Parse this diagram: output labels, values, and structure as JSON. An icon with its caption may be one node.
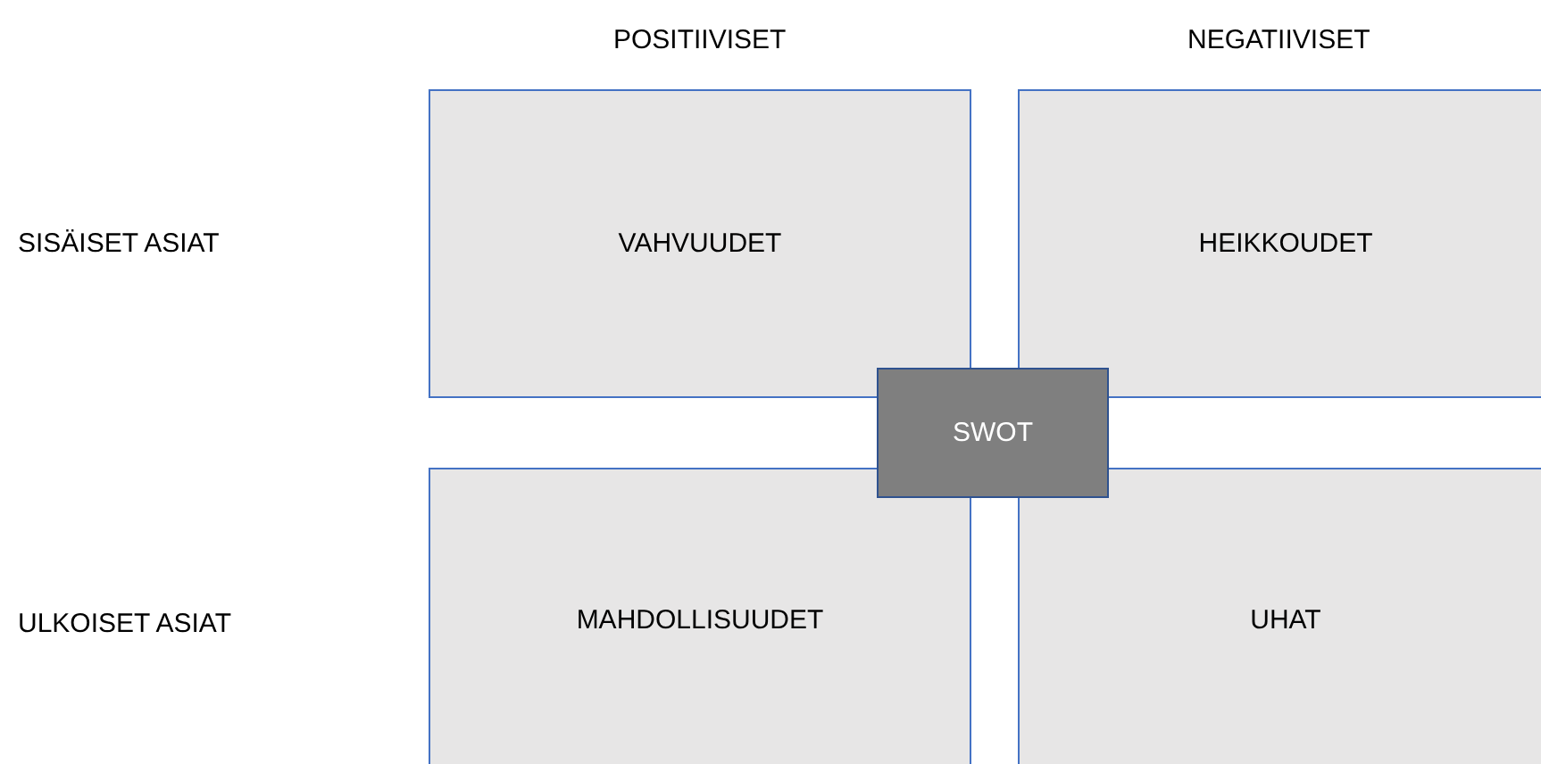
{
  "diagram": {
    "nodes": [
      {
        "text": [
          "VAHVUUDET"
        ]
      },
      {
        "text": [
          "HEIKKOUDET"
        ]
      },
      {
        "text": [
          "SWOT"
        ]
      },
      {
        "text": [
          "MAHDOLLISUUDET"
        ]
      },
      {
        "text": [
          "UHAT"
        ]
      }
    ],
    "labels": [
      "POSITIIVISET",
      "NEGATIIVISET",
      "SISÄISET ASIAT",
      "ULKOISET ASIAT"
    ]
  }
}
